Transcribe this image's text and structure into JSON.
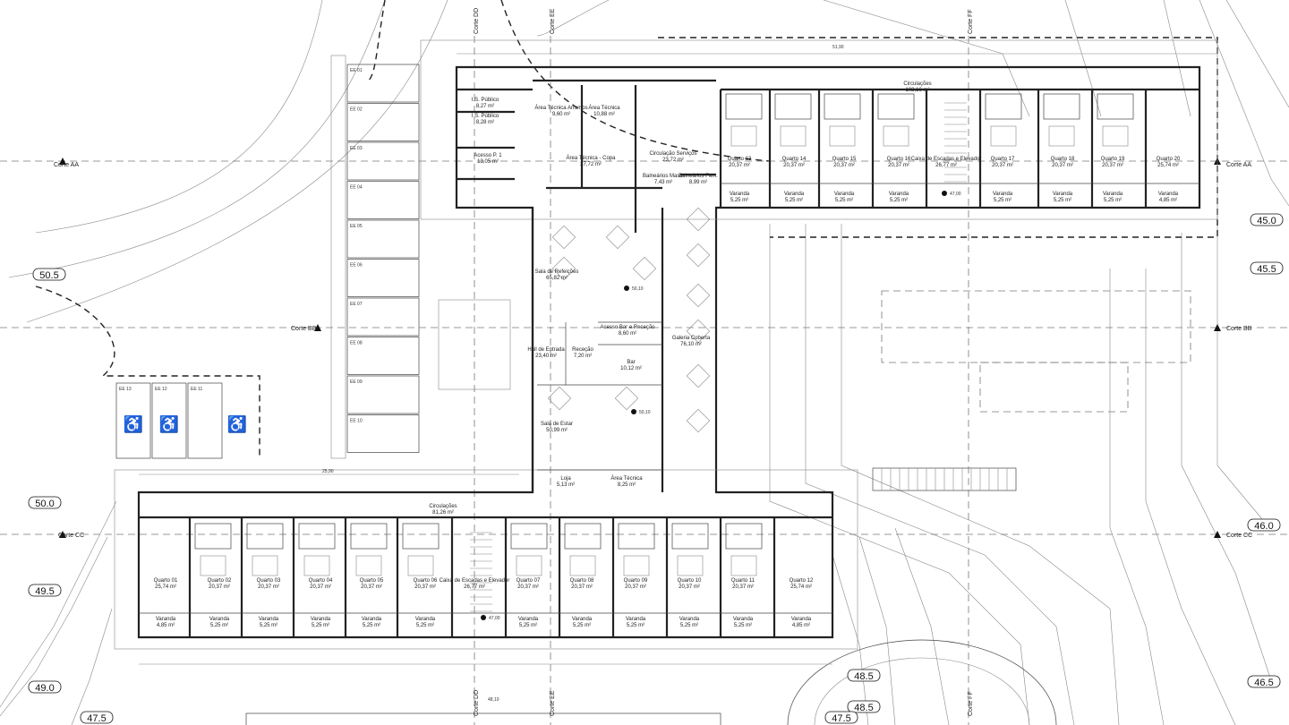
{
  "plan": {
    "rooms_top_service": [
      {
        "name": "I.S. Público",
        "area": "8,27 m²"
      },
      {
        "name": "I.S. Público",
        "area": "8,28 m²"
      },
      {
        "name": "Acesso P. 1",
        "area": "13,05 m²"
      },
      {
        "name": "Área Técnica Arrumos",
        "area": "9,60 m²"
      },
      {
        "name": "Área Técnica",
        "area": "10,88 m²"
      },
      {
        "name": "Área Técnica - Copa",
        "area": "27,72 m²"
      },
      {
        "name": "Circulação Serviços",
        "area": "23,72 m²"
      },
      {
        "name": "Balneários Masc.",
        "area": "7,43 m²"
      },
      {
        "name": "Balneários Fem.",
        "area": "8,99 m²"
      },
      {
        "name": "Circulações",
        "area": "102,16 m²"
      }
    ],
    "rooms_center": [
      {
        "name": "Sala de Refeições",
        "area": "65,82 m²"
      },
      {
        "name": "Acesso Bar e Receção",
        "area": "8,60 m²"
      },
      {
        "name": "Hall de Entrada",
        "area": "23,40 m²"
      },
      {
        "name": "Receção",
        "area": "7,20 m²"
      },
      {
        "name": "Bar",
        "area": "10,12 m²"
      },
      {
        "name": "Galeria Coberta",
        "area": "76,10 m²"
      },
      {
        "name": "Sala de Estar",
        "area": "50,99 m²"
      },
      {
        "name": "Loja",
        "area": "5,13 m²"
      },
      {
        "name": "Área Técnica",
        "area": "8,25 m²"
      }
    ],
    "rooms_top_wing": [
      {
        "name": "Quarto 13",
        "area": "20,37 m²"
      },
      {
        "name": "Quarto 14",
        "area": "20,37 m²"
      },
      {
        "name": "Quarto 15",
        "area": "20,37 m²"
      },
      {
        "name": "Quarto 16",
        "area": "20,37 m²"
      },
      {
        "name": "Caixa de Escadas e Elevador",
        "area": "26,77 m²"
      },
      {
        "name": "Quarto 17",
        "area": "20,37 m²"
      },
      {
        "name": "Quarto 18",
        "area": "20,37 m²"
      },
      {
        "name": "Quarto 19",
        "area": "20,37 m²"
      },
      {
        "name": "Quarto 20",
        "area": "25,74 m²"
      }
    ],
    "verandas_top": [
      "5,25 m²",
      "5,25 m²",
      "5,25 m²",
      "5,25 m²",
      "5,25 m²",
      "5,25 m²",
      "5,25 m²",
      "4,85 m²"
    ],
    "rooms_bottom_wing": [
      {
        "name": "Quarto 01",
        "area": "25,74 m²"
      },
      {
        "name": "Quarto 02",
        "area": "20,37 m²"
      },
      {
        "name": "Quarto 03",
        "area": "20,37 m²"
      },
      {
        "name": "Quarto 04",
        "area": "20,37 m²"
      },
      {
        "name": "Quarto 05",
        "area": "20,37 m²"
      },
      {
        "name": "Quarto 06",
        "area": "20,37 m²"
      },
      {
        "name": "Caixa de Escadas e Elevador",
        "area": "26,77 m²"
      },
      {
        "name": "Quarto 07",
        "area": "20,37 m²"
      },
      {
        "name": "Quarto 08",
        "area": "20,37 m²"
      },
      {
        "name": "Quarto 09",
        "area": "20,37 m²"
      },
      {
        "name": "Quarto 10",
        "area": "20,37 m²"
      },
      {
        "name": "Quarto 11",
        "area": "20,37 m²"
      },
      {
        "name": "Quarto 12",
        "area": "25,74 m²"
      }
    ],
    "circulacoes_bottom": {
      "name": "Circulações",
      "area": "81,26 m²"
    },
    "verandas_bottom": [
      "4,85 m²",
      "5,25 m²",
      "5,25 m²",
      "5,25 m²",
      "5,25 m²",
      "5,25 m²",
      "5,25 m²",
      "5,25 m²",
      "5,25 m²",
      "5,25 m²",
      "5,25 m²",
      "4,85 m²"
    ],
    "veranda_label": "Varanda",
    "parking": [
      "EE 01",
      "EE 02",
      "EE 03",
      "EE 04",
      "EE 05",
      "EE 06",
      "EE 07",
      "EE 08",
      "EE 09",
      "EE 10"
    ],
    "parking_lower": [
      "EE 13",
      "EE 12",
      "EE 11"
    ],
    "sections": {
      "aa": "Corte AA",
      "bb": "Corte BB",
      "cc": "Corte CC",
      "dd": "Corte DD",
      "ee": "Corte EE",
      "ff": "Corte FF"
    },
    "levels": [
      "50.5",
      "50.0",
      "49.5",
      "49.0",
      "47.5",
      "45.0",
      "45.5",
      "46.0",
      "46.5",
      "48.5",
      "48.5",
      "47.5"
    ],
    "elevation_marks": [
      "50,10",
      "47,00"
    ],
    "dimensions": {
      "top_total": "51,90",
      "bottom_total": "48,10",
      "width_bottom": "25,90"
    }
  }
}
